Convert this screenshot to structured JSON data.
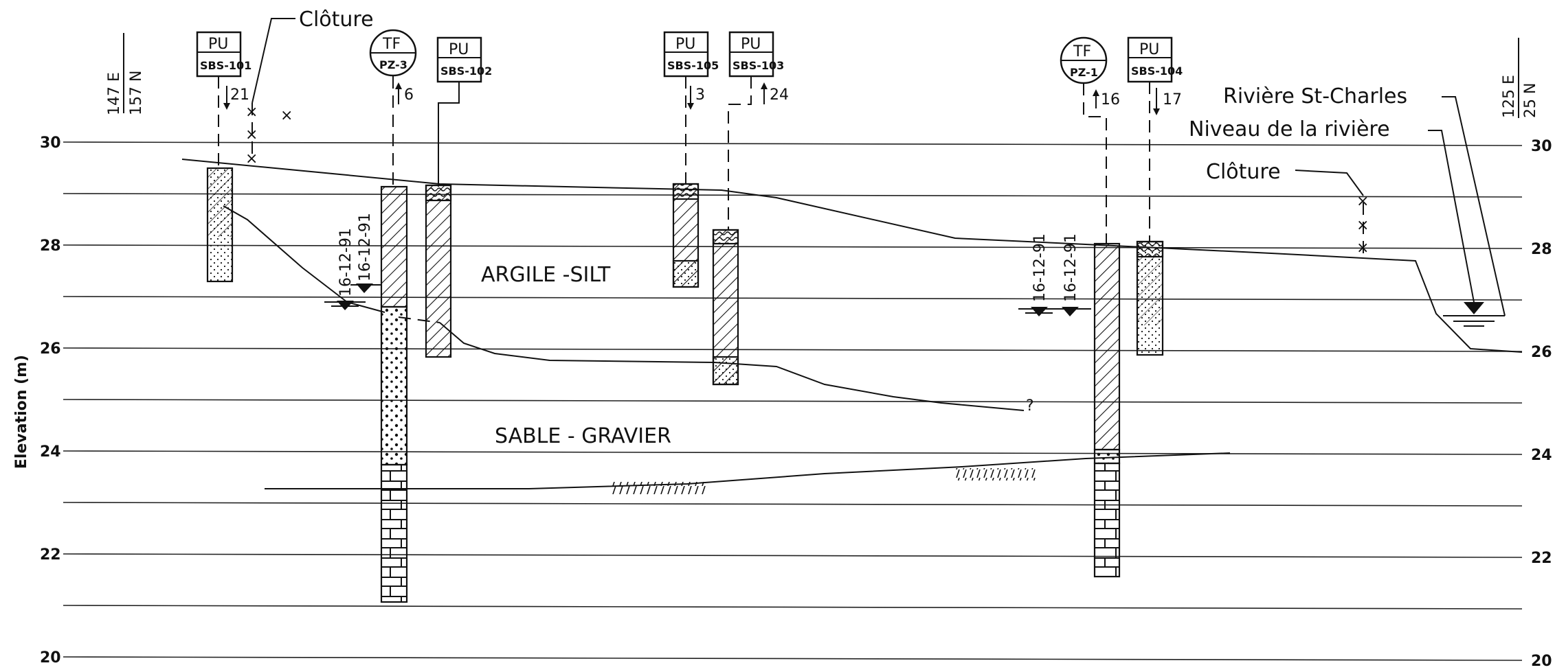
{
  "axis": {
    "ylabel": "Elevation (m)",
    "ticks_left": [
      "30",
      "28",
      "26",
      "24",
      "22",
      "20"
    ],
    "ticks_right": [
      "30",
      "28",
      "26",
      "24",
      "22",
      "20"
    ]
  },
  "ends": {
    "left_e": "147 E",
    "left_n": "157 N",
    "right_e": "125 E",
    "right_n": "25 N"
  },
  "labels": {
    "cloture_top": "Clôture",
    "cloture_right": "Clôture",
    "riviere": "Rivière St-Charles",
    "niveau": "Niveau de la rivière",
    "argile": "ARGILE -SILT",
    "sable": "SABLE - GRAVIER",
    "question": "?"
  },
  "boreholes": [
    {
      "id": "sbs101",
      "type": "PU",
      "name": "SBS-101",
      "num": "21"
    },
    {
      "id": "pz3",
      "type": "TF",
      "name": "PZ-3",
      "num": "6"
    },
    {
      "id": "sbs102",
      "type": "PU",
      "name": "SBS-102",
      "num": ""
    },
    {
      "id": "sbs105",
      "type": "PU",
      "name": "SBS-105",
      "num": "3"
    },
    {
      "id": "sbs103",
      "type": "PU",
      "name": "SBS-103",
      "num": "24"
    },
    {
      "id": "pz1",
      "type": "TF",
      "name": "PZ-1",
      "num": "16"
    },
    {
      "id": "sbs104",
      "type": "PU",
      "name": "SBS-104",
      "num": "17"
    }
  ],
  "water_dates": [
    "16-12-91",
    "16-12-91",
    "16-12-91",
    "16-12-91"
  ],
  "colors": {
    "ink": "#111111",
    "background": "#ffffff"
  }
}
